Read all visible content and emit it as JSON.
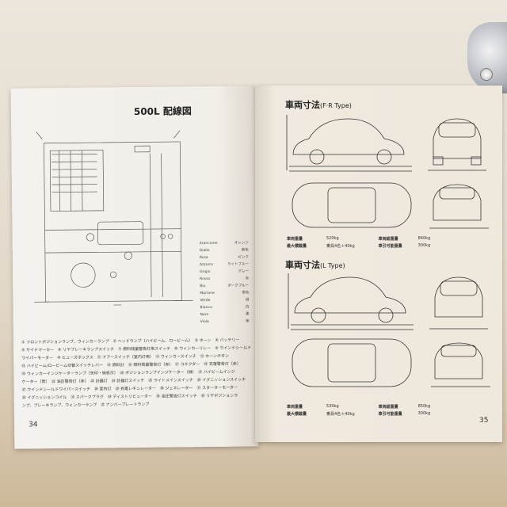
{
  "left_page": {
    "title": "500L 配線図",
    "page_number": "34",
    "color_legend": [
      {
        "it": "Arancione",
        "ja": "オレンジ"
      },
      {
        "it": "Giallo",
        "ja": "黄色"
      },
      {
        "it": "Rosa",
        "ja": "ピンク"
      },
      {
        "it": "Azzurro",
        "ja": "ライトブルー"
      },
      {
        "it": "Grigio",
        "ja": "グレー"
      },
      {
        "it": "Rosso",
        "ja": "赤"
      },
      {
        "it": "Blu",
        "ja": "ダークブルー"
      },
      {
        "it": "Marrone",
        "ja": "茶色"
      },
      {
        "it": "Verde",
        "ja": "緑"
      },
      {
        "it": "Bianco",
        "ja": "白"
      },
      {
        "it": "Nero",
        "ja": "黒"
      },
      {
        "it": "Viola",
        "ja": "紫"
      }
    ],
    "legend_text_lines": [
      "① フロントポジションランプ、ウィンカーランプ　② ヘッドランプ（ハイビーム、ロービーム）　③ ホーン　④ バッテリー",
      "⑤ サイドマーカー　⑥ リヤブレーキランプスイッチ　⑦ 燃料残量警告灯用スイッチ　⑧ ウィンカーリレー　⑨ ウインドシールド",
      "ワイパーモーター　⑩ ヒューズボックス　⑪ ドアースイッチ（室内灯用）　⑫ ウィンカースイッチ　⑬ ホーンボタン",
      "⑭ ハイビーム/ロービーム切替スイッチレバー　⑮ 燃料計　⑯ 燃料残量警告灯（赤）　⑰ コネクター　⑱ 充電警告灯（赤）",
      "⑲ ウィンカーインジケーターランプ（矢印・緑表示）　⑳ ポジションランプインジケーター（緑）　㉑ ハイビームインジ",
      "ケーター（青）　㉒ 油圧警告灯（赤）　㉓ 計器灯　㉔ 計器灯スイッチ　㉕ ライトメインスイッチ　㉖ イグニッションスイッチ",
      "㉗ ウインドシールドワイパースイッチ　㉘ 室内灯　㉙ 充電レギュレーター　㉚ ジェネレーター　㉛ スターターモーター",
      "㉜ イグニッションコイル　㉝ スパークプラグ　㉞ ディストリビューター　㉟ 油圧警告灯スイッチ　㊱ リヤポジションラ",
      "ンプ、ブレーキランプ、ウィンカーランプ　㊲ ナンバープレートランプ"
    ]
  },
  "right_page": {
    "page_number": "35",
    "sections": [
      {
        "title": "車両寸法",
        "type": "(F·R Type)",
        "specs_left": [
          {
            "label": "車両重量",
            "value": "520kg"
          },
          {
            "label": "最大積載量",
            "value": "乗員4名＋40kg"
          }
        ],
        "specs_right": [
          {
            "label": "車両総重量",
            "value": "840kg"
          },
          {
            "label": "車引可能重量",
            "value": "300kg"
          }
        ]
      },
      {
        "title": "車両寸法",
        "type": "(L Type)",
        "specs_left": [
          {
            "label": "車両重量",
            "value": "530kg"
          },
          {
            "label": "最大積載量",
            "value": "乗員4名＋40kg"
          }
        ],
        "specs_right": [
          {
            "label": "車両総重量",
            "value": "850kg"
          },
          {
            "label": "車引可能重量",
            "value": "300kg"
          }
        ]
      }
    ]
  },
  "colors": {
    "paper": "#f3f0ea",
    "ink": "#222222",
    "background": "#e6ddcf"
  }
}
